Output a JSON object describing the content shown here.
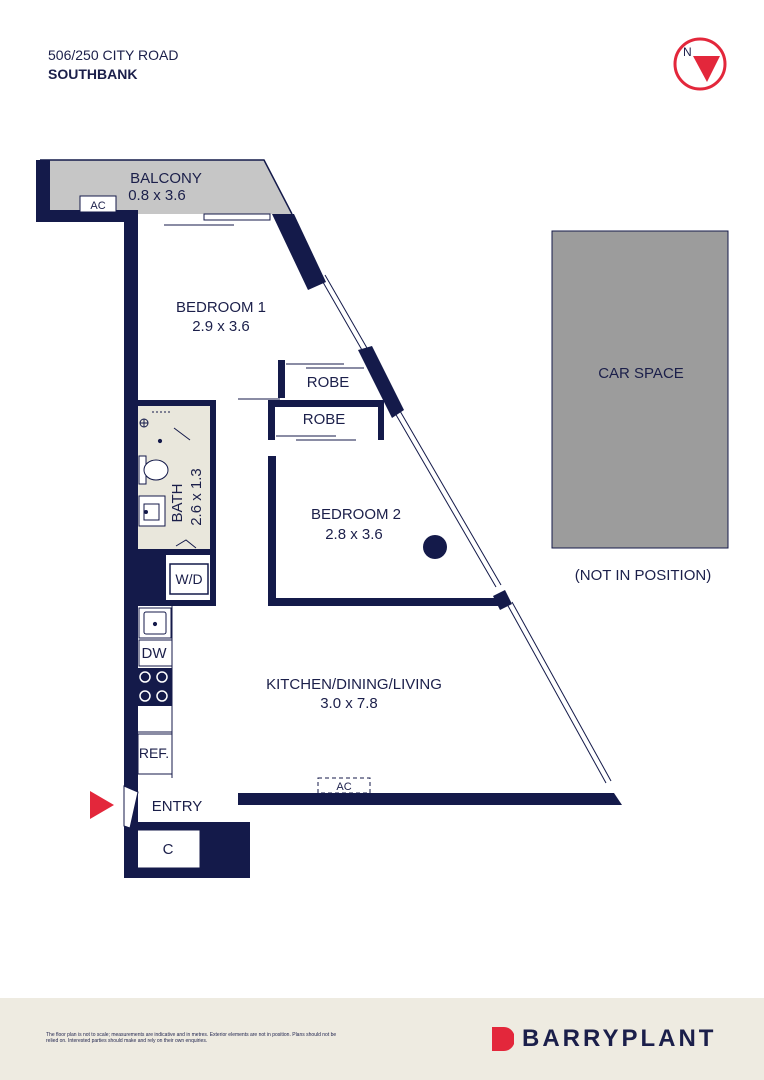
{
  "header": {
    "address_line1": "506/250 CITY ROAD",
    "address_line2": "SOUTHBANK"
  },
  "compass": {
    "label": "N",
    "color": "#e3273b"
  },
  "rooms": {
    "balcony": {
      "name": "BALCONY",
      "size": "0.8 x 3.6"
    },
    "bedroom1": {
      "name": "BEDROOM 1",
      "size": "2.9 x 3.6"
    },
    "robe1": {
      "name": "ROBE"
    },
    "robe2": {
      "name": "ROBE"
    },
    "bath": {
      "name": "BATH",
      "size": "2.6 x 1.3"
    },
    "wd": {
      "name": "W/D"
    },
    "bedroom2": {
      "name": "BEDROOM 2",
      "size": "2.8 x 3.6"
    },
    "dw": {
      "name": "DW"
    },
    "ref": {
      "name": "REF."
    },
    "kitchen": {
      "name": "KITCHEN/DINING/LIVING",
      "size": "3.0 x 7.8"
    },
    "entry": {
      "name": "ENTRY"
    },
    "cupboard": {
      "name": "C"
    },
    "ac_balcony": {
      "name": "AC"
    },
    "ac_living": {
      "name": "AC"
    }
  },
  "car_space": {
    "name": "CAR SPACE",
    "note": "(NOT IN POSITION)"
  },
  "footer": {
    "disclaimer": "The floor plan is not to scale; measurements are indicative and in metres. Exterior elements are not in position. Plans should not be relied on. Interested parties should make and rely on their own enquiries.",
    "brand": "BARRYPLANT"
  },
  "colors": {
    "wall": "#141a4a",
    "balcony_fill": "#c6c6c6",
    "bath_fill": "#e9e7dc",
    "car_fill": "#9c9c9c",
    "accent": "#e3273b",
    "footer_bg": "#eeebe1"
  }
}
